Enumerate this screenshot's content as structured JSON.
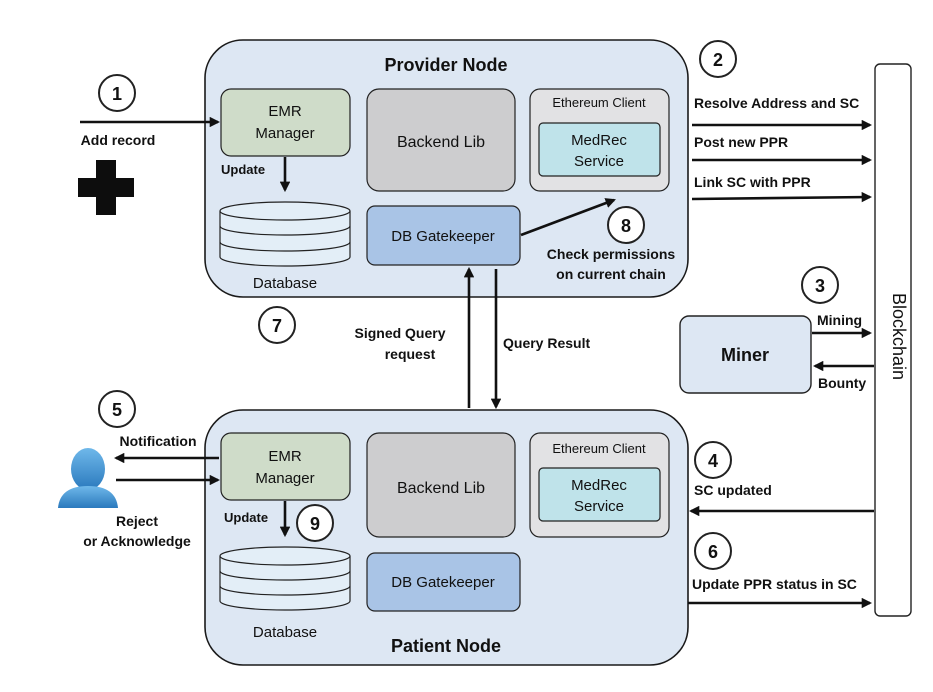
{
  "provider_node": {
    "title": "Provider Node",
    "emr_manager": [
      "EMR",
      "Manager"
    ],
    "backend_lib": "Backend Lib",
    "ethereum_client": "Ethereum Client",
    "medrec_service": [
      "MedRec",
      "Service"
    ],
    "db_gatekeeper": "DB Gatekeeper",
    "database": "Database",
    "update_label": "Update",
    "check_permissions": [
      "Check permissions",
      "on current chain"
    ]
  },
  "patient_node": {
    "title": "Patient Node",
    "emr_manager": [
      "EMR",
      "Manager"
    ],
    "backend_lib": "Backend Lib",
    "ethereum_client": "Ethereum Client",
    "medrec_service": [
      "MedRec",
      "Service"
    ],
    "db_gatekeeper": "DB Gatekeeper",
    "database": "Database",
    "update_label": "Update"
  },
  "add_record": "Add record",
  "notification": "Notification",
  "reject_acknowledge": [
    "Reject",
    "or Acknowledge"
  ],
  "signed_query": [
    "Signed Query",
    "request"
  ],
  "query_result": "Query Result",
  "blockchain": "Blockchain",
  "miner": "Miner",
  "mining": "Mining",
  "bounty": "Bounty",
  "chain_messages": {
    "resolve": "Resolve Address and SC",
    "post": "Post new PPR",
    "link": "Link SC with PPR",
    "sc_updated": "SC updated",
    "update_status": "Update PPR status in SC"
  },
  "step_numbers": [
    "1",
    "2",
    "3",
    "4",
    "5",
    "6",
    "7",
    "8",
    "9"
  ],
  "colors": {
    "node_fill": "#dde7f3",
    "emr_fill": "#cfdcc9",
    "backend_fill": "#cdcdcf",
    "medrec_fill": "#bfe3ea",
    "gatekeeper_fill": "#a9c4e6",
    "user_icon": "#3b8fd0"
  }
}
